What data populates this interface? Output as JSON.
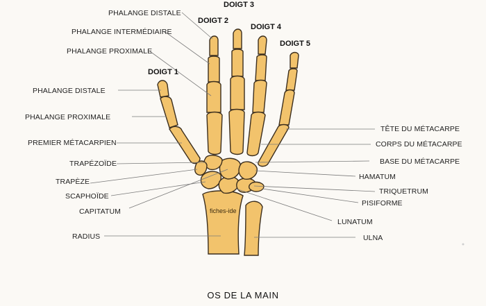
{
  "title": "OS DE LA MAIN",
  "watermark": "fiches-ide",
  "colors": {
    "bone": "#f2c36c",
    "outline": "#3b2e1e",
    "background": "#fbf9f5"
  },
  "fingers": {
    "d1": "DOIGT 1",
    "d2": "DOIGT 2",
    "d3": "DOIGT 3",
    "d4": "DOIGT 4",
    "d5": "DOIGT 5"
  },
  "labels": {
    "phalange_distale_top": "PHALANGE DISTALE",
    "phalange_intermediaire": "PHALANGE INTERMÉDIAIRE",
    "phalange_proximale_top": "PHALANGE PROXIMALE",
    "phalange_distale": "PHALANGE DISTALE",
    "phalange_proximale": "PHALANGE PROXIMALE",
    "premier_metacarpien": "PREMIER MÉTACARPIEN",
    "trapezoide": "TRAPÉZOÏDE",
    "trapeze": "TRAPÈZE",
    "scaphoide": "SCAPHOÏDE",
    "capitatum": "CAPITATUM",
    "radius": "RADIUS",
    "tete_metacarpe": "TÊTE DU MÉTACARPE",
    "corps_metacarpe": "CORPS DU MÉTACARPE",
    "base_metacarpe": "BASE DU MÉTACARPE",
    "hamatum": "HAMATUM",
    "triquetrum": "TRIQUETRUM",
    "pisiforme": "PISIFORME",
    "lunatum": "LUNATUM",
    "ulna": "ULNA"
  }
}
